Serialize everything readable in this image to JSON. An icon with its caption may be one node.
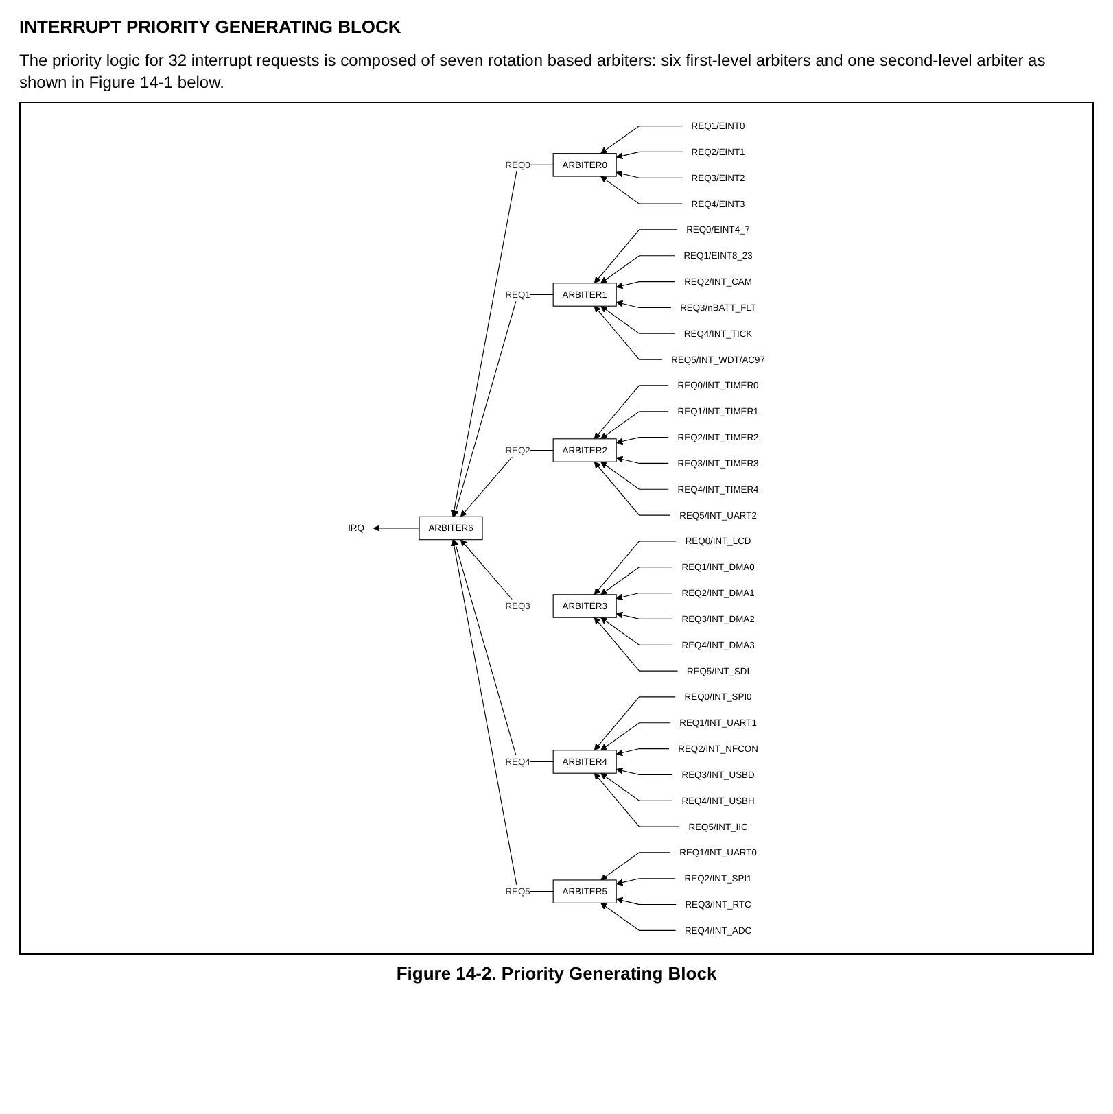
{
  "diagram": {
    "title": "INTERRUPT PRIORITY GENERATING BLOCK",
    "caption": "Figure 14-2. Priority Generating Block",
    "labels": [
      "The priority logic for 32 interrupt requests is composed of seven rotation based arbiters: six first-level arbiters and one second-level arbiter as shown in Figure 14-1 below."
    ],
    "nodes": [
      {
        "text": [
          "IRQ"
        ]
      },
      {
        "text": [
          "ARBITER6"
        ]
      },
      {
        "text": [
          "ARBITER0"
        ]
      },
      {
        "text": [
          "REQ1/EINT0"
        ]
      },
      {
        "text": [
          "REQ2/EINT1"
        ]
      },
      {
        "text": [
          "REQ3/EINT2"
        ]
      },
      {
        "text": [
          "REQ4/EINT3"
        ]
      },
      {
        "text": [
          "ARBITER1"
        ]
      },
      {
        "text": [
          "REQ0/EINT4_7"
        ]
      },
      {
        "text": [
          "REQ1/EINT8_23"
        ]
      },
      {
        "text": [
          "REQ2/INT_CAM"
        ]
      },
      {
        "text": [
          "REQ3/nBATT_FLT"
        ]
      },
      {
        "text": [
          "REQ4/INT_TICK"
        ]
      },
      {
        "text": [
          "REQ5/INT_WDT/AC97"
        ]
      },
      {
        "text": [
          "ARBITER2"
        ]
      },
      {
        "text": [
          "REQ0/INT_TIMER0"
        ]
      },
      {
        "text": [
          "REQ1/INT_TIMER1"
        ]
      },
      {
        "text": [
          "REQ2/INT_TIMER2"
        ]
      },
      {
        "text": [
          "REQ3/INT_TIMER3"
        ]
      },
      {
        "text": [
          "REQ4/INT_TIMER4"
        ]
      },
      {
        "text": [
          "REQ5/INT_UART2"
        ]
      },
      {
        "text": [
          "ARBITER3"
        ]
      },
      {
        "text": [
          "REQ0/INT_LCD"
        ]
      },
      {
        "text": [
          "REQ1/INT_DMA0"
        ]
      },
      {
        "text": [
          "REQ2/INT_DMA1"
        ]
      },
      {
        "text": [
          "REQ3/INT_DMA2"
        ]
      },
      {
        "text": [
          "REQ4/INT_DMA3"
        ]
      },
      {
        "text": [
          "REQ5/INT_SDI"
        ]
      },
      {
        "text": [
          "ARBITER4"
        ]
      },
      {
        "text": [
          "REQ0/INT_SPI0"
        ]
      },
      {
        "text": [
          "REQ1/INT_UART1"
        ]
      },
      {
        "text": [
          "REQ2/INT_NFCON"
        ]
      },
      {
        "text": [
          "REQ3/INT_USBD"
        ]
      },
      {
        "text": [
          "REQ4/INT_USBH"
        ]
      },
      {
        "text": [
          "REQ5/INT_IIC"
        ]
      },
      {
        "text": [
          "ARBITER5"
        ]
      },
      {
        "text": [
          "REQ1/INT_UART0"
        ]
      },
      {
        "text": [
          "REQ2/INT_SPI1"
        ]
      },
      {
        "text": [
          "REQ3/INT_RTC"
        ]
      },
      {
        "text": [
          "REQ4/INT_ADC"
        ]
      }
    ],
    "edges": [
      {
        "from": 1,
        "to": 0,
        "arrow": "to"
      },
      {
        "from": 2,
        "to": 1,
        "arrow": "to",
        "label": "REQ0"
      },
      {
        "from": 7,
        "to": 1,
        "arrow": "to",
        "label": "REQ1"
      },
      {
        "from": 14,
        "to": 1,
        "arrow": "to",
        "label": "REQ2"
      },
      {
        "from": 21,
        "to": 1,
        "arrow": "to",
        "label": "REQ3"
      },
      {
        "from": 28,
        "to": 1,
        "arrow": "to",
        "label": "REQ4"
      },
      {
        "from": 35,
        "to": 1,
        "arrow": "to",
        "label": "REQ5"
      },
      {
        "from": 3,
        "to": 2,
        "arrow": "to"
      },
      {
        "from": 4,
        "to": 2,
        "arrow": "to"
      },
      {
        "from": 5,
        "to": 2,
        "arrow": "to"
      },
      {
        "from": 6,
        "to": 2,
        "arrow": "to"
      },
      {
        "from": 8,
        "to": 7,
        "arrow": "to"
      },
      {
        "from": 9,
        "to": 7,
        "arrow": "to"
      },
      {
        "from": 10,
        "to": 7,
        "arrow": "to"
      },
      {
        "from": 11,
        "to": 7,
        "arrow": "to"
      },
      {
        "from": 12,
        "to": 7,
        "arrow": "to"
      },
      {
        "from": 13,
        "to": 7,
        "arrow": "to"
      },
      {
        "from": 15,
        "to": 14,
        "arrow": "to"
      },
      {
        "from": 16,
        "to": 14,
        "arrow": "to"
      },
      {
        "from": 17,
        "to": 14,
        "arrow": "to"
      },
      {
        "from": 18,
        "to": 14,
        "arrow": "to"
      },
      {
        "from": 19,
        "to": 14,
        "arrow": "to"
      },
      {
        "from": 20,
        "to": 14,
        "arrow": "to"
      },
      {
        "from": 22,
        "to": 21,
        "arrow": "to"
      },
      {
        "from": 23,
        "to": 21,
        "arrow": "to"
      },
      {
        "from": 24,
        "to": 21,
        "arrow": "to"
      },
      {
        "from": 25,
        "to": 21,
        "arrow": "to"
      },
      {
        "from": 26,
        "to": 21,
        "arrow": "to"
      },
      {
        "from": 27,
        "to": 21,
        "arrow": "to"
      },
      {
        "from": 29,
        "to": 28,
        "arrow": "to"
      },
      {
        "from": 30,
        "to": 28,
        "arrow": "to"
      },
      {
        "from": 31,
        "to": 28,
        "arrow": "to"
      },
      {
        "from": 32,
        "to": 28,
        "arrow": "to"
      },
      {
        "from": 33,
        "to": 28,
        "arrow": "to"
      },
      {
        "from": 34,
        "to": 28,
        "arrow": "to"
      },
      {
        "from": 36,
        "to": 35,
        "arrow": "to"
      },
      {
        "from": 37,
        "to": 35,
        "arrow": "to"
      },
      {
        "from": 38,
        "to": 35,
        "arrow": "to"
      },
      {
        "from": 39,
        "to": 35,
        "arrow": "to"
      }
    ]
  }
}
